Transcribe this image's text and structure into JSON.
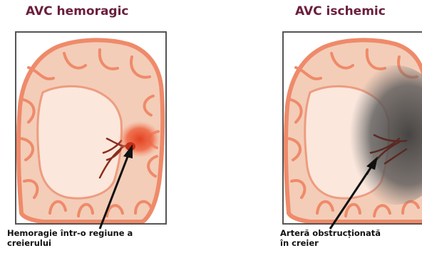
{
  "panels": [
    {
      "title": "AVC hemoragic",
      "caption_lines": [
        "Hemoragie într-o regiune a",
        "creierului"
      ]
    },
    {
      "title": "AVC ischemic",
      "caption_lines": [
        "Arteră obstrucționată",
        "în creier"
      ]
    }
  ],
  "colors": {
    "title": "#6a1e3b",
    "frame": "#555555",
    "tissue": "#f2cbb6",
    "cortex": "#ef8a6a",
    "bleed": "#e94e2e",
    "ischemia": "#5a5a5a"
  }
}
